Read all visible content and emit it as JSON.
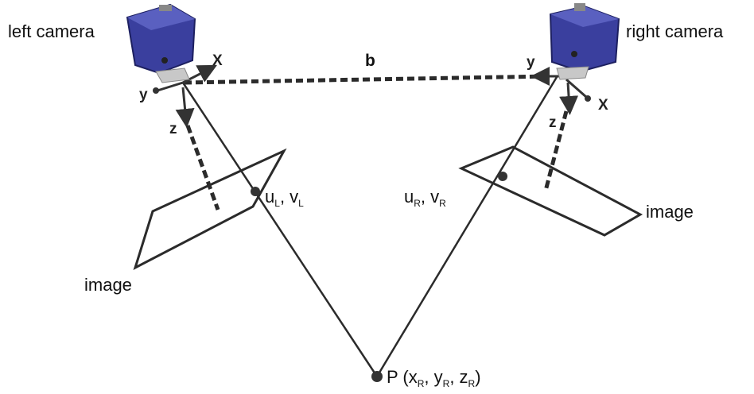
{
  "labels": {
    "left_camera": "left camera",
    "right_camera": "right camera",
    "baseline": "b",
    "left_image": "image",
    "right_image": "image",
    "left_point": {
      "u": "u",
      "u_sub": "L",
      "sep": ", ",
      "v": "v",
      "v_sub": "L"
    },
    "right_point": {
      "u": "u",
      "u_sub": "R",
      "sep": ", ",
      "v": "v",
      "v_sub": "R"
    },
    "world_point": {
      "name": "P",
      "open": " (",
      "x": "x",
      "x_sub": "R",
      "c1": ", ",
      "y": "y",
      "y_sub": "R",
      "c2": ", ",
      "z": "z",
      "z_sub": "R",
      "close": ")"
    },
    "left_axes": {
      "x": "X",
      "y": "y",
      "z": "z"
    },
    "right_axes": {
      "x": "X",
      "y": "y",
      "z": "z"
    }
  },
  "colors": {
    "camera_body": "#3a3f9e",
    "camera_dark": "#1d2060",
    "line": "#2b2b2b",
    "point": "#333333"
  }
}
